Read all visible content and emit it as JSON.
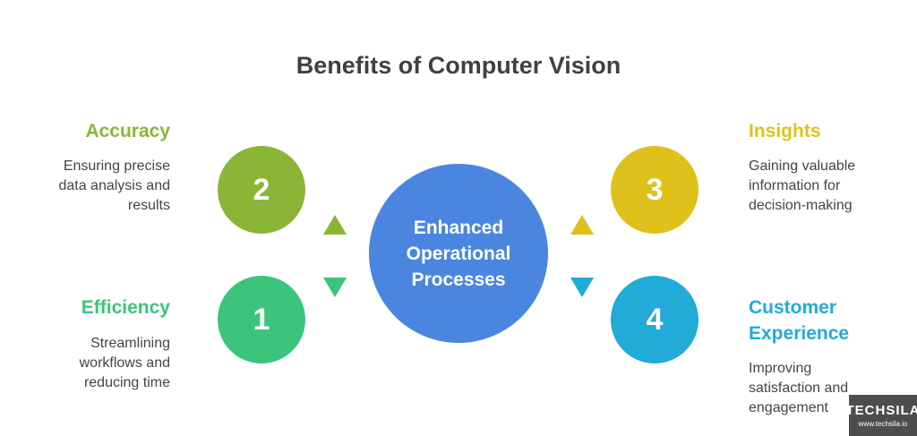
{
  "title": "Benefits of Computer Vision",
  "center": {
    "label": "Enhanced Operational Processes",
    "color": "#4a86e0"
  },
  "items": [
    {
      "number": "1",
      "heading": "Efficiency",
      "description": "Streamlining workflows and reducing time",
      "color": "#3cc47c"
    },
    {
      "number": "2",
      "heading": "Accuracy",
      "description": "Ensuring precise data analysis and results",
      "color": "#8ab536"
    },
    {
      "number": "3",
      "heading": "Insights",
      "description": "Gaining valuable information for decision-making",
      "color": "#dfc11c"
    },
    {
      "number": "4",
      "heading": "Customer Experience",
      "description": "Improving satisfaction and engagement",
      "color": "#22aad9"
    }
  ],
  "logo": {
    "name": "TECHSILA",
    "url": "www.techsila.io"
  }
}
